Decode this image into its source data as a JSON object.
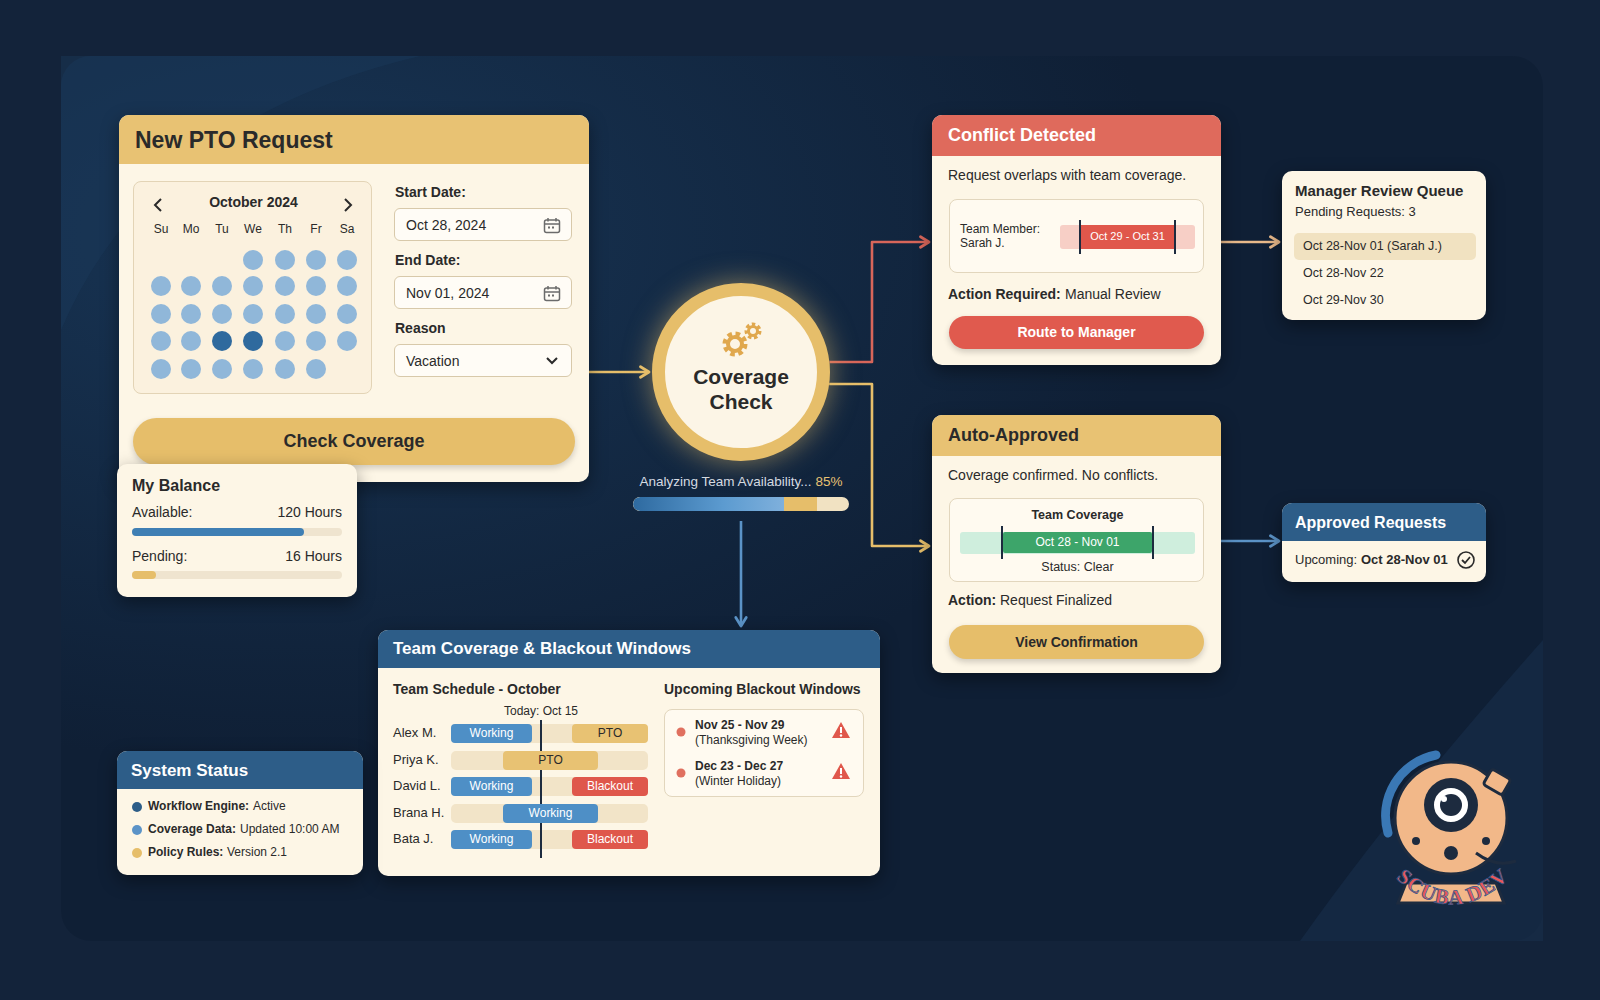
{
  "diagram": {
    "nodes": [
      {
        "text": [
          "New PTO Request"
        ]
      },
      {
        "text": [
          "October 2024",
          "Su",
          "Mo",
          "Tu",
          "We",
          "Th",
          "Fr",
          "Sa"
        ],
        "in": 0
      },
      {
        "text": [
          "Start Date:",
          "Oct 28, 2024"
        ],
        "in": 0
      },
      {
        "text": [
          "End Date:",
          "Nov 01, 2024"
        ],
        "in": 0
      },
      {
        "text": [
          "Reason",
          "Vacation"
        ],
        "in": 0
      },
      {
        "text": [
          "Check Coverage"
        ],
        "in": 0
      },
      {
        "text": [
          "My Balance",
          "Available:",
          "120 Hours",
          "Pending:",
          "16 Hours"
        ]
      },
      {
        "text": [
          "Coverage Check"
        ]
      },
      {
        "text": [
          "Conflict Detected",
          "Request overlaps with team coverage.",
          "Action Required:",
          "Manual Review"
        ]
      },
      {
        "text": [
          "Team Member: Sarah J."
        ],
        "in": 8
      },
      {
        "text": [
          "Oct 29 - Oct 31"
        ],
        "in": 9
      },
      {
        "text": [
          "Route to Manager"
        ],
        "in": 8
      },
      {
        "text": [
          "Manager Review Queue",
          "Pending Requests: 3",
          "Oct 28-Nov 22",
          "Oct 29-Nov 30"
        ]
      },
      {
        "text": [
          "Oct 28-Nov 01 (Sarah J.)"
        ],
        "in": 12
      },
      {
        "text": [
          "Auto-Approved",
          "Coverage confirmed. No conflicts.",
          "Action:",
          "Request Finalized"
        ]
      },
      {
        "text": [
          "Team Coverage",
          "Status: Clear"
        ],
        "in": 14
      },
      {
        "text": [
          "Oct 28 - Nov 01"
        ],
        "in": 15
      },
      {
        "text": [
          "View Confirmation"
        ],
        "in": 14
      },
      {
        "text": [
          "Approved Requests",
          "Upcoming:",
          "Oct 28-Nov 01"
        ]
      },
      {
        "text": [
          "Team Coverage & Blackout Windows",
          "Team Schedule - October",
          "Today: Oct 15",
          "Alex M.",
          "Priya K.",
          "David L.",
          "Brana H.",
          "Bata J.",
          "Upcoming Blackout Windows"
        ]
      },
      {
        "text": [
          "Working"
        ],
        "in": 19
      },
      {
        "text": [
          "PTO"
        ],
        "in": 19
      },
      {
        "text": [
          "PTO"
        ],
        "in": 19
      },
      {
        "text": [
          "Working"
        ],
        "in": 19
      },
      {
        "text": [
          "Blackout"
        ],
        "in": 19
      },
      {
        "text": [
          "Working"
        ],
        "in": 19
      },
      {
        "text": [
          "Working"
        ],
        "in": 19
      },
      {
        "text": [
          "Blackout"
        ],
        "in": 19
      },
      {
        "text": [
          "Nov 25 - Nov 29",
          "(Thanksgiving Week)",
          "Dec 23 - Dec 27",
          "(Winter Holiday)"
        ],
        "in": 19
      },
      {
        "text": [
          "System Status",
          "Workflow Engine:",
          "Active",
          "Coverage Data:",
          "Updated 10:00 AM",
          "Policy Rules:",
          "Version 2.1"
        ]
      }
    ],
    "edges": [
      {
        "from": 0,
        "to": 7,
        "arrow": "to"
      },
      {
        "from": 7,
        "to": 8,
        "arrow": "to"
      },
      {
        "from": 7,
        "to": 14,
        "arrow": "to"
      },
      {
        "from": 7,
        "to": 19,
        "arrow": "to"
      },
      {
        "from": 8,
        "to": 12,
        "arrow": "to"
      },
      {
        "from": 14,
        "to": 18,
        "arrow": "to"
      }
    ],
    "labels": [
      "Analyzing Team Availability...",
      "85%",
      "SCUBA DEV"
    ]
  }
}
